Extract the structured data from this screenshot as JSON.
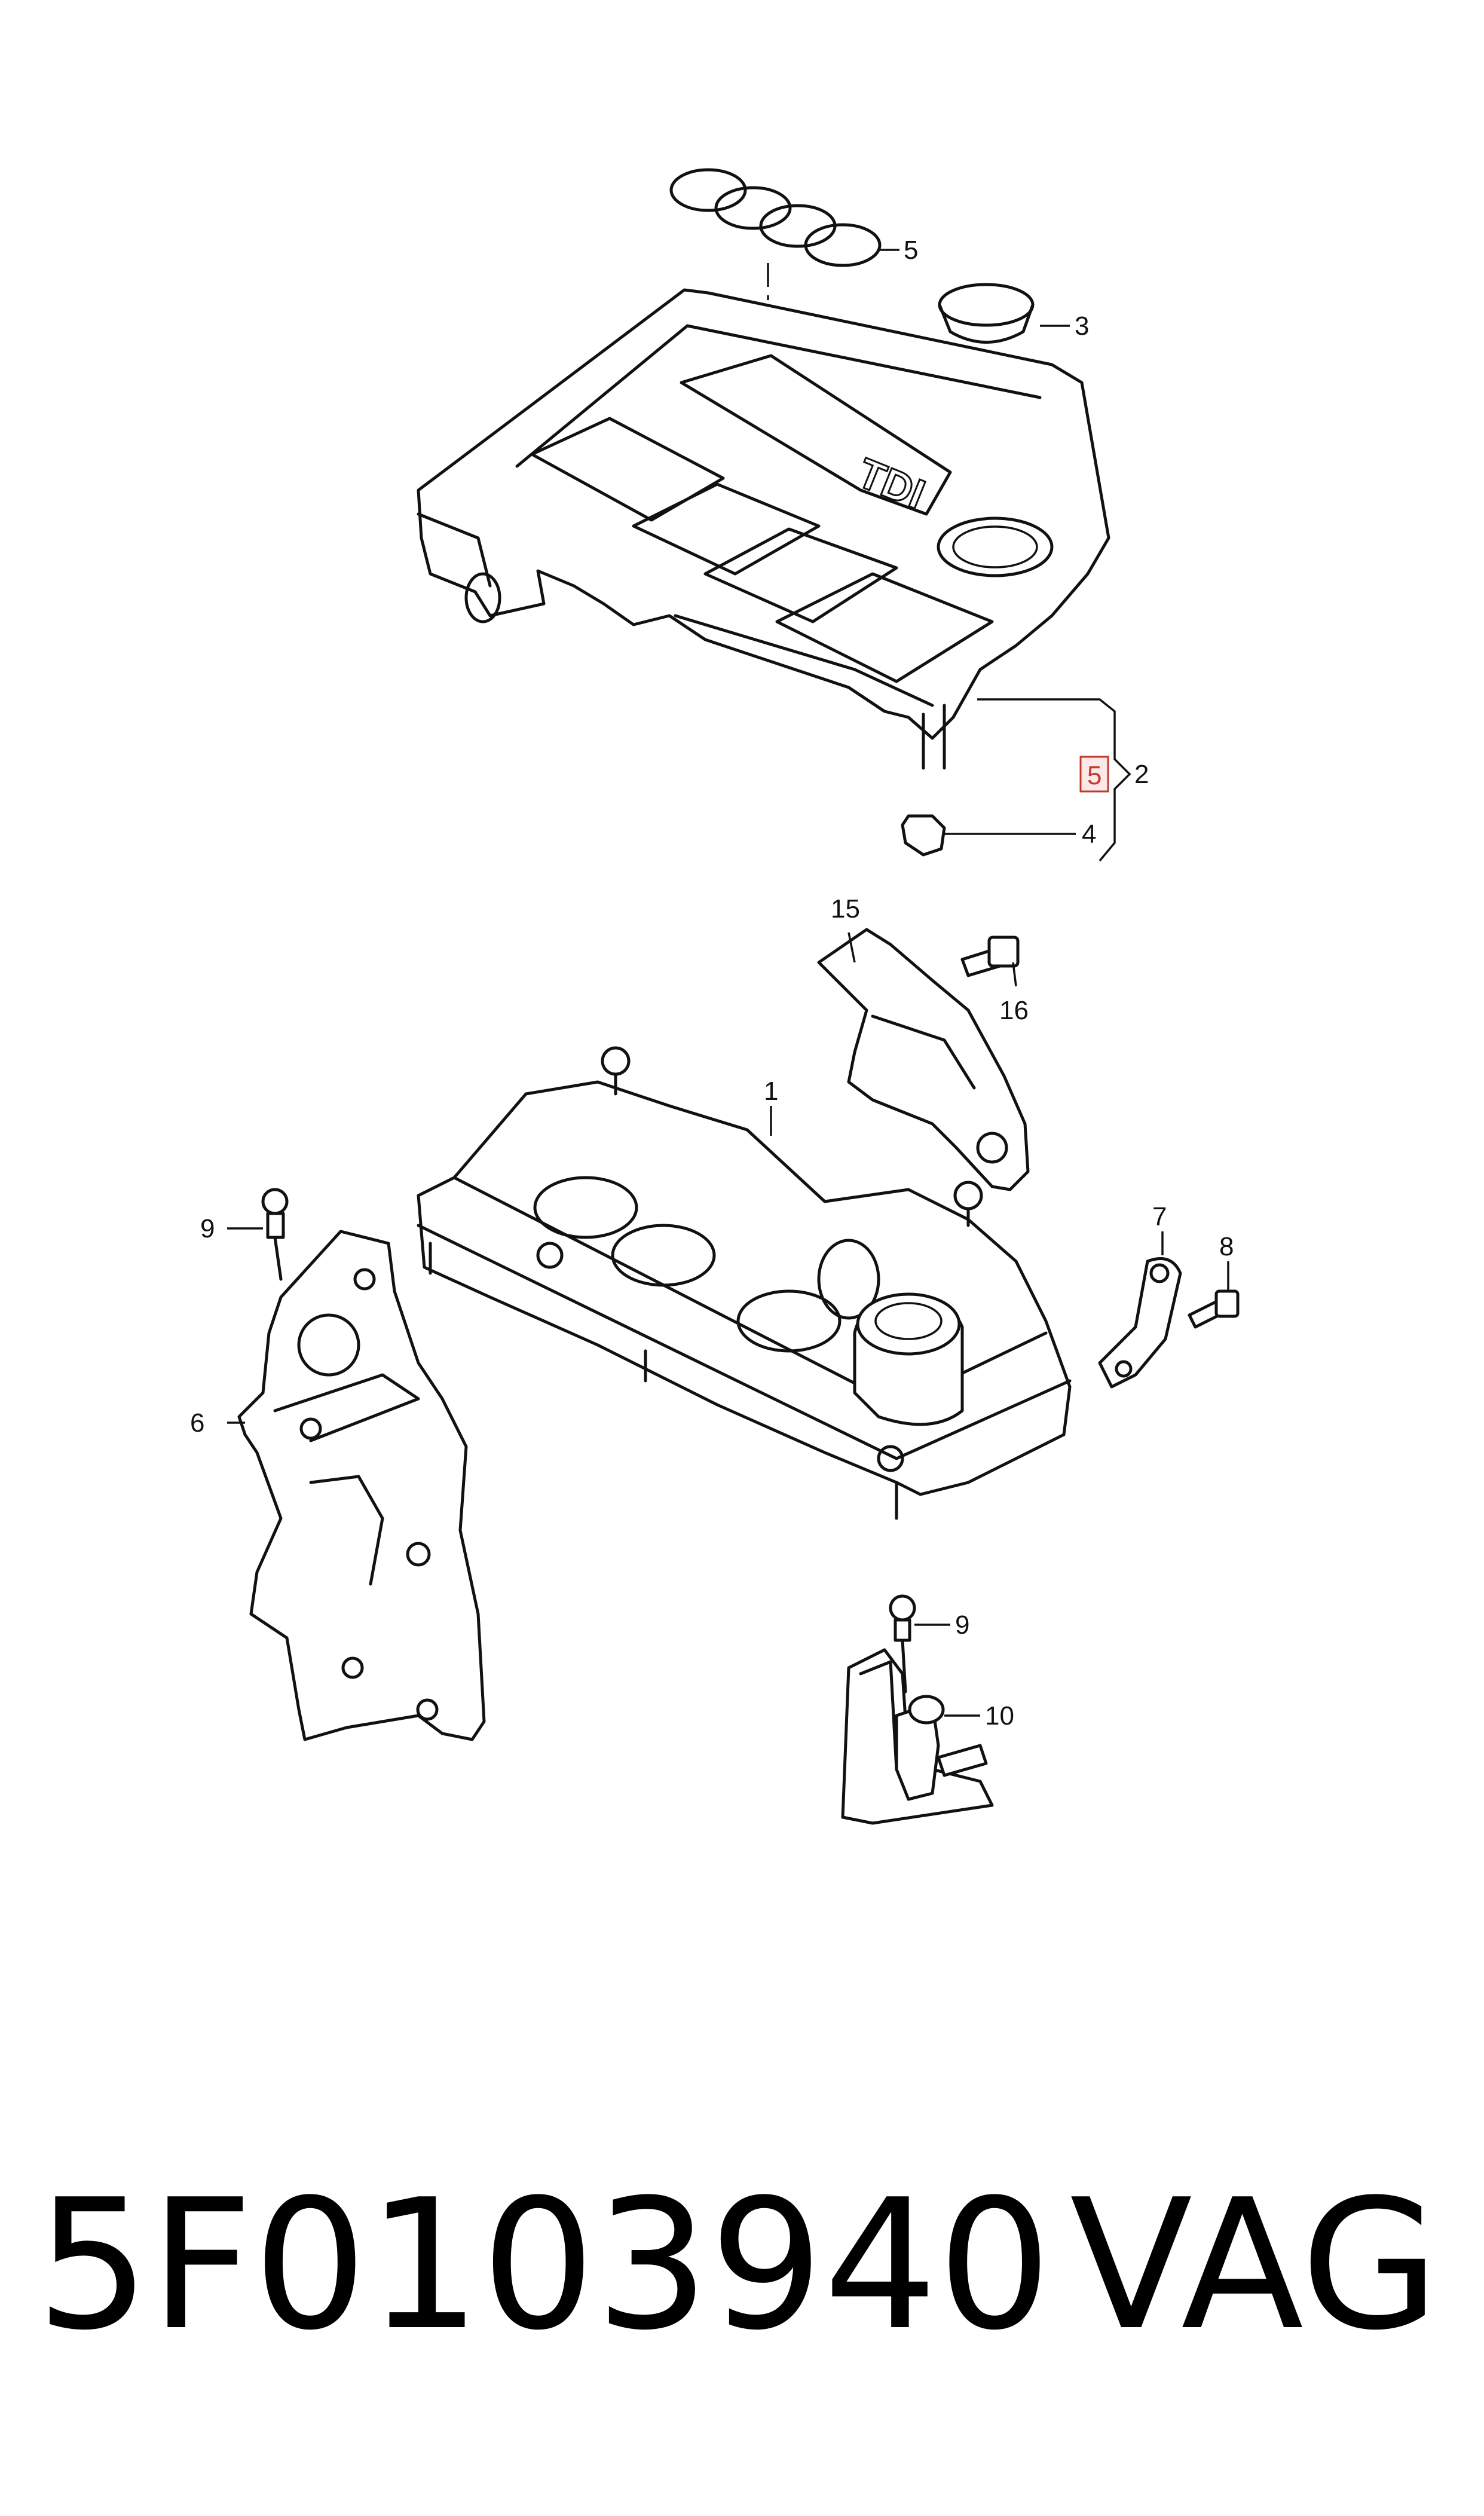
{
  "callouts": {
    "c1": "1",
    "c2": "2",
    "c3": "3",
    "c4": "4",
    "c5": "5",
    "c5_boxed": "5",
    "c6": "6",
    "c7": "7",
    "c8": "8",
    "c9_top": "9",
    "c9_bottom": "9",
    "c10": "10",
    "c15": "15",
    "c16": "16"
  },
  "cover_logo_text": "TDI",
  "footer": {
    "part_number": "5F0103940",
    "brand": "VAG"
  }
}
